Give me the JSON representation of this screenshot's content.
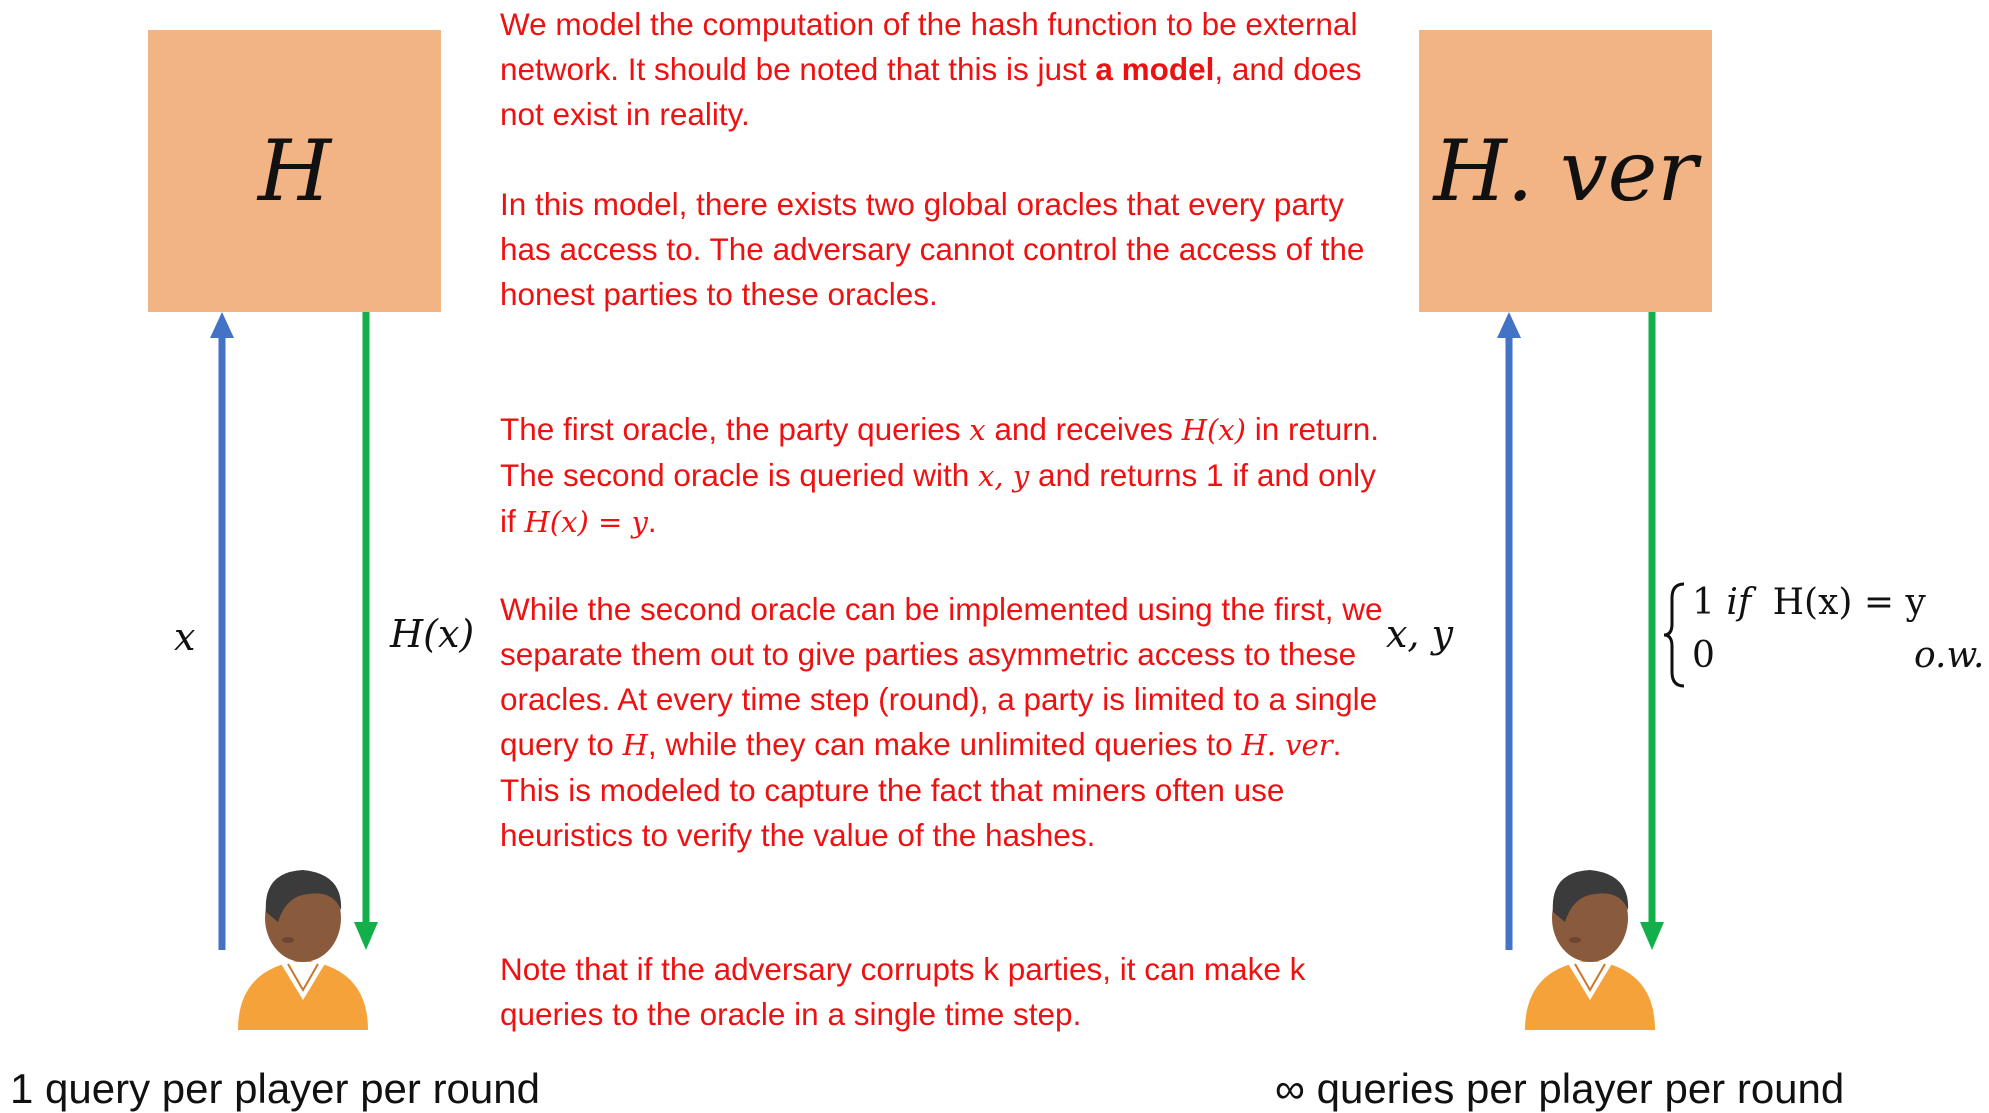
{
  "left_oracle": {
    "label": "H"
  },
  "right_oracle": {
    "label": "H. ver"
  },
  "left_arrows": {
    "query_label": "x",
    "response_label": "H(x)"
  },
  "right_arrows": {
    "query_label": "x, y",
    "response_case1_value": "1",
    "response_case1_cond": "if",
    "response_case1_expr": "H(x) = y",
    "response_case2_value": "0",
    "response_case2_cond": "o.w."
  },
  "paragraphs": {
    "p1_a": "We model the computation of the hash function to be external network. It should be noted that this is just ",
    "p1_bold": "a model",
    "p1_b": ", and does not exist in reality.",
    "p2": "In this model, there exists two global oracles that every party has access to. The adversary cannot control the access of the honest parties to these oracles.",
    "p3_a": "The first oracle, the party queries ",
    "p3_m1": "x",
    "p3_b": " and receives ",
    "p3_m2": "H(x)",
    "p3_c": " in return. The second oracle is queried with ",
    "p3_m3": "x, y",
    "p3_d": " and returns 1 if and only if ",
    "p3_m4": "H(x) = y",
    "p3_e": ".",
    "p4_a": "While the second oracle can be implemented using the first, we separate them out to give parties asymmetric access to these oracles. At every time step (round), a party is limited to a single query to ",
    "p4_m1": "H",
    "p4_b": ", while they can make unlimited queries to ",
    "p4_m2": "H. ver",
    "p4_c": ". This is modeled to capture the fact that miners often use heuristics to verify the value of the hashes.",
    "p5": "Note that if the adversary corrupts k parties, it can make k queries to the oracle in a single time step."
  },
  "captions": {
    "left": "1 query per player per round",
    "right": "∞ queries per player per round"
  },
  "colors": {
    "box": "#f2b385",
    "query_arrow": "#4472c4",
    "response_arrow": "#12b04a",
    "text_red": "#ee1111"
  }
}
